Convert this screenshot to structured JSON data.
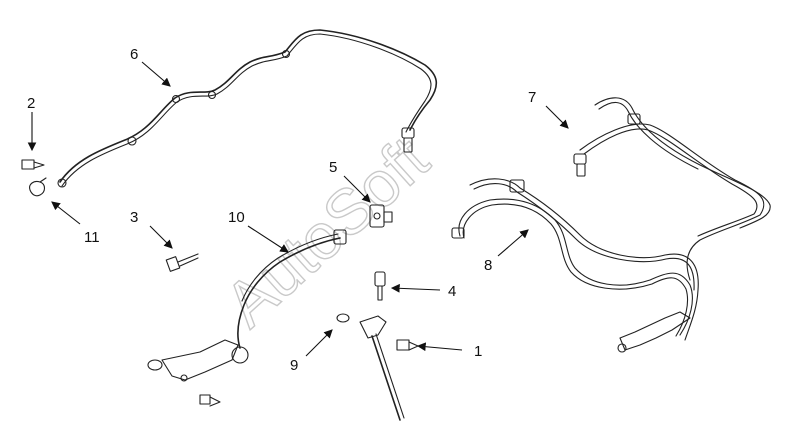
{
  "watermark": {
    "text": "AutoSoft"
  },
  "callouts": [
    {
      "id": "1",
      "label": "1"
    },
    {
      "id": "2",
      "label": "2"
    },
    {
      "id": "3",
      "label": "3"
    },
    {
      "id": "4",
      "label": "4"
    },
    {
      "id": "5",
      "label": "5"
    },
    {
      "id": "6",
      "label": "6"
    },
    {
      "id": "7",
      "label": "7"
    },
    {
      "id": "8",
      "label": "8"
    },
    {
      "id": "9",
      "label": "9"
    },
    {
      "id": "10",
      "label": "10"
    },
    {
      "id": "11",
      "label": "11"
    }
  ]
}
